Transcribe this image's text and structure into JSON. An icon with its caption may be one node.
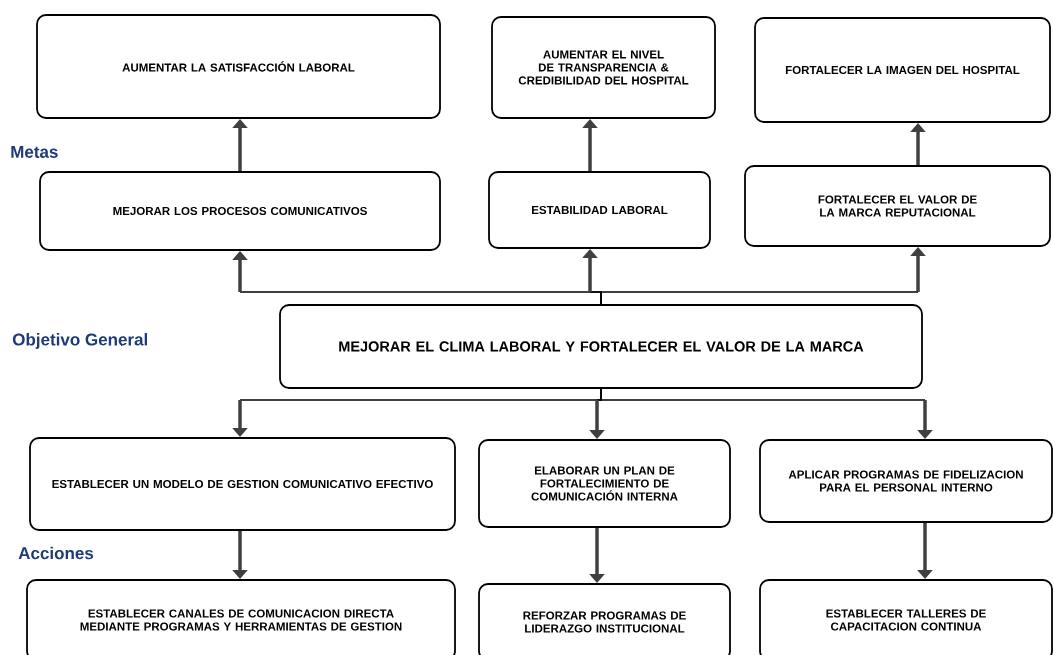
{
  "diagram": {
    "nodes": [
      {
        "text": [
          "AUMENTAR LA SATISFACCIÓN LABORAL"
        ]
      },
      {
        "text": [
          "AUMENTAR EL NIVEL DE TRANSPARENCIA & CREDIBILIDAD DEL HOSPITAL"
        ]
      },
      {
        "text": [
          "FORTALECER LA IMAGEN DEL HOSPITAL"
        ]
      },
      {
        "text": [
          "MEJORAR LOS PROCESOS COMUNICATIVOS"
        ]
      },
      {
        "text": [
          "ESTABILIDAD LABORAL"
        ]
      },
      {
        "text": [
          "FORTALECER EL VALOR DE LA MARCA REPUTACIONAL"
        ]
      },
      {
        "text": [
          "MEJORAR EL CLIMA LABORAL Y FORTALECER EL VALOR DE LA MARCA"
        ]
      },
      {
        "text": [
          "ESTABLECER UN MODELO DE GESTION COMUNICATIVO EFECTIVO"
        ]
      },
      {
        "text": [
          "ELABORAR UN PLAN DE FORTALECIMIENTO DE COMUNICACIÓN INTERNA"
        ]
      },
      {
        "text": [
          "APLICAR PROGRAMAS DE FIDELIZACION PARA EL PERSONAL INTERNO"
        ]
      },
      {
        "text": [
          "ESTABLECER CANALES DE COMUNICACION DIRECTA MEDIANTE PROGRAMAS Y HERRAMIENTAS DE GESTION"
        ]
      },
      {
        "text": [
          "REFORZAR PROGRAMAS DE LIDERAZGO INSTITUCIONAL"
        ]
      },
      {
        "text": [
          "ESTABLECER TALLERES DE CAPACITACION CONTINUA"
        ]
      }
    ],
    "edges": [
      {
        "from": 3,
        "to": 0,
        "arrow": "to"
      },
      {
        "from": 4,
        "to": 1,
        "arrow": "to"
      },
      {
        "from": 5,
        "to": 2,
        "arrow": "to"
      },
      {
        "from": 6,
        "to": 3,
        "arrow": "to"
      },
      {
        "from": 6,
        "to": 4,
        "arrow": "to"
      },
      {
        "from": 6,
        "to": 5,
        "arrow": "to"
      },
      {
        "from": 6,
        "to": 7,
        "arrow": "to"
      },
      {
        "from": 6,
        "to": 8,
        "arrow": "to"
      },
      {
        "from": 6,
        "to": 9,
        "arrow": "to"
      },
      {
        "from": 7,
        "to": 10,
        "arrow": "to"
      },
      {
        "from": 8,
        "to": 11,
        "arrow": "to"
      },
      {
        "from": 9,
        "to": 12,
        "arrow": "to"
      }
    ],
    "labels": [
      "Metas",
      "Objetivo General",
      "Acciones"
    ]
  }
}
